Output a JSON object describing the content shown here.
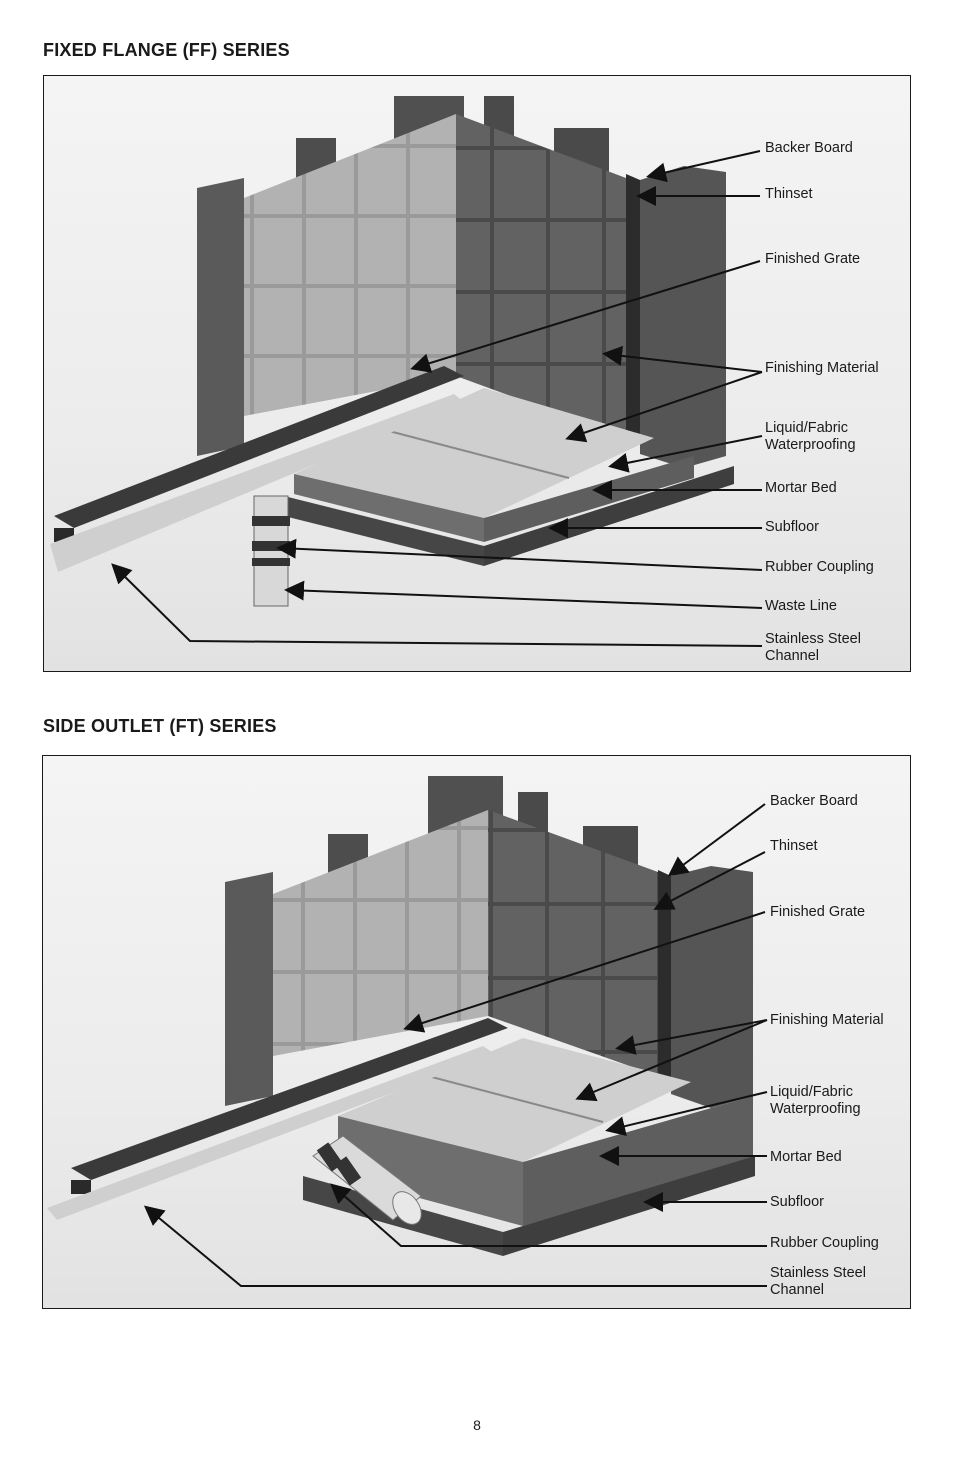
{
  "page": {
    "number": "8"
  },
  "sections": [
    {
      "title": "FIXED FLANGE (FF) SERIES",
      "callouts": [
        "Backer Board",
        "Thinset",
        "Finished Grate",
        "Finishing Material",
        "Liquid/Fabric\nWaterproofing",
        "Mortar Bed",
        "Subfloor",
        "Rubber Coupling",
        "Waste Line",
        "Stainless Steel\nChannel"
      ]
    },
    {
      "title": "SIDE OUTLET (FT) SERIES",
      "callouts": [
        "Backer Board",
        "Thinset",
        "Finished Grate",
        "Finishing Material",
        "Liquid/Fabric\nWaterproofing",
        "Mortar Bed",
        "Subfloor",
        "Rubber Coupling",
        "Stainless Steel\nChannel"
      ]
    }
  ]
}
